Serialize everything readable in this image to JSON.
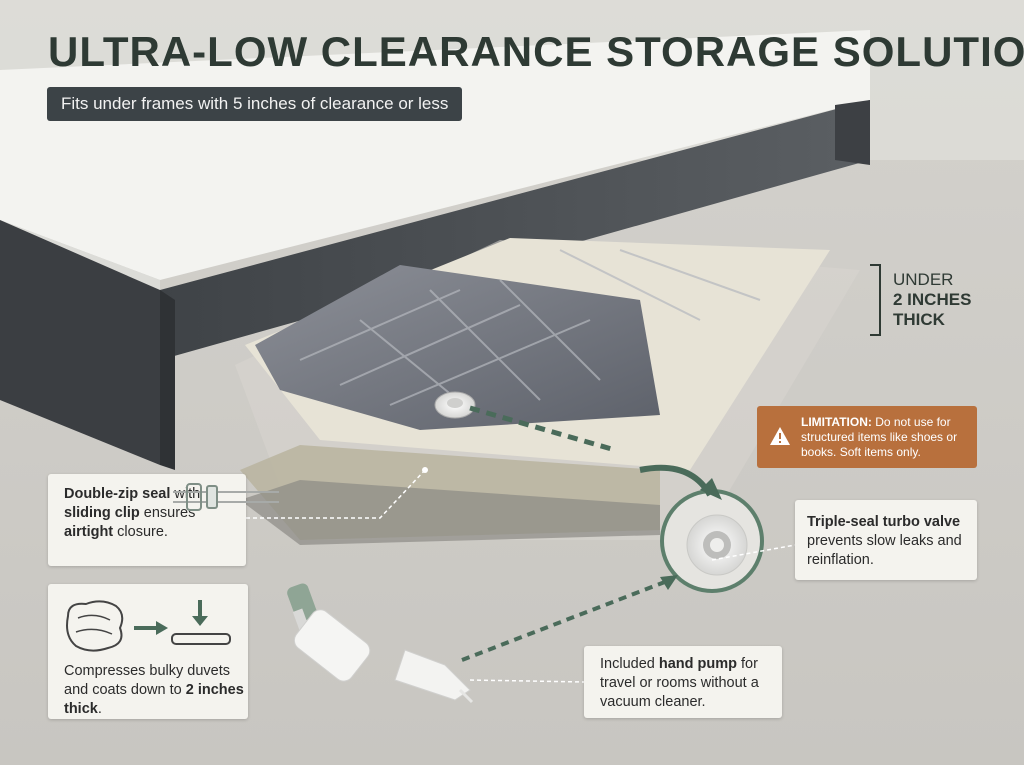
{
  "header": {
    "title": "ULTRA-LOW CLEARANCE STORAGE SOLUTION",
    "subtitle": "Fits under frames with 5 inches of clearance or less"
  },
  "thickness_label": {
    "line1": "UNDER",
    "line2": "2 INCHES",
    "line3": "THICK"
  },
  "limitation": {
    "label": "LIMITATION:",
    "text": " Do not use for structured items like shoes or books. Soft items only.",
    "color": "#b8703d",
    "icon": "warning-triangle-icon"
  },
  "callouts": {
    "zip": {
      "b1": "Double-zip seal",
      "t1": " with ",
      "b2": "sliding clip",
      "t2": " ensures ",
      "b3": "airtight",
      "t3": " closure.",
      "icon": "zipper-clip-icon"
    },
    "compress": {
      "t1": "Compresses bulky duvets and coats down to ",
      "b1": "2 inches thick",
      "t2": ".",
      "icon": "compress-duvet-icon"
    },
    "valve": {
      "b1": "Triple-seal turbo valve",
      "t1": " prevents slow leaks and reinflation.",
      "icon": "turbo-valve-icon"
    },
    "pump": {
      "t1": "Included ",
      "b1": "hand pump",
      "t2": " for travel or rooms without a vacuum cleaner.",
      "icon": "hand-pump-icon"
    }
  },
  "colors": {
    "title": "#2e3a34",
    "bed_frame": "#4d5155",
    "accent_arrow": "#4a6b5a",
    "banner": "#3c4347"
  }
}
